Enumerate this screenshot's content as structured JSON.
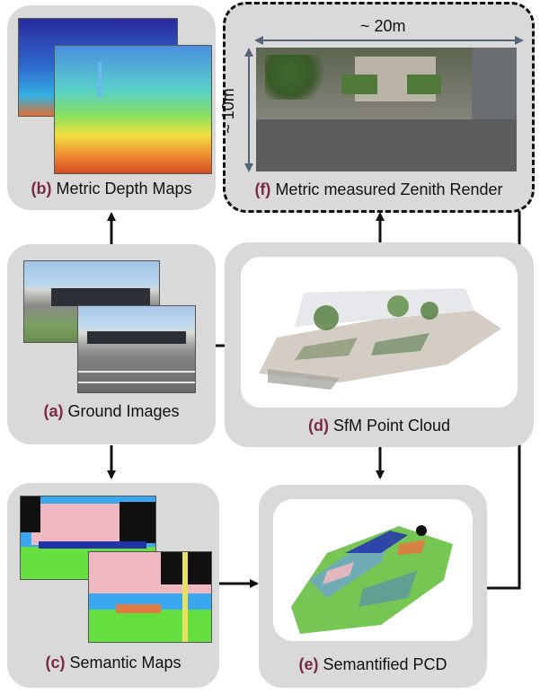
{
  "panels": {
    "a": {
      "letter": "(a)",
      "label": "Ground Images"
    },
    "b": {
      "letter": "(b)",
      "label": "Metric Depth Maps"
    },
    "c": {
      "letter": "(c)",
      "label": "Semantic Maps"
    },
    "d": {
      "letter": "(d)",
      "label": "SfM Point Cloud"
    },
    "e": {
      "letter": "(e)",
      "label": "Semantified PCD"
    },
    "f": {
      "letter": "(f)",
      "label": "Metric measured Zenith Render"
    }
  },
  "dimensions": {
    "width_label": "~ 20m",
    "height_label": "~ 10m"
  },
  "colors": {
    "panel_bg": "#d9d9d9",
    "letter": "#7a2a48",
    "arrow": "#111111"
  }
}
